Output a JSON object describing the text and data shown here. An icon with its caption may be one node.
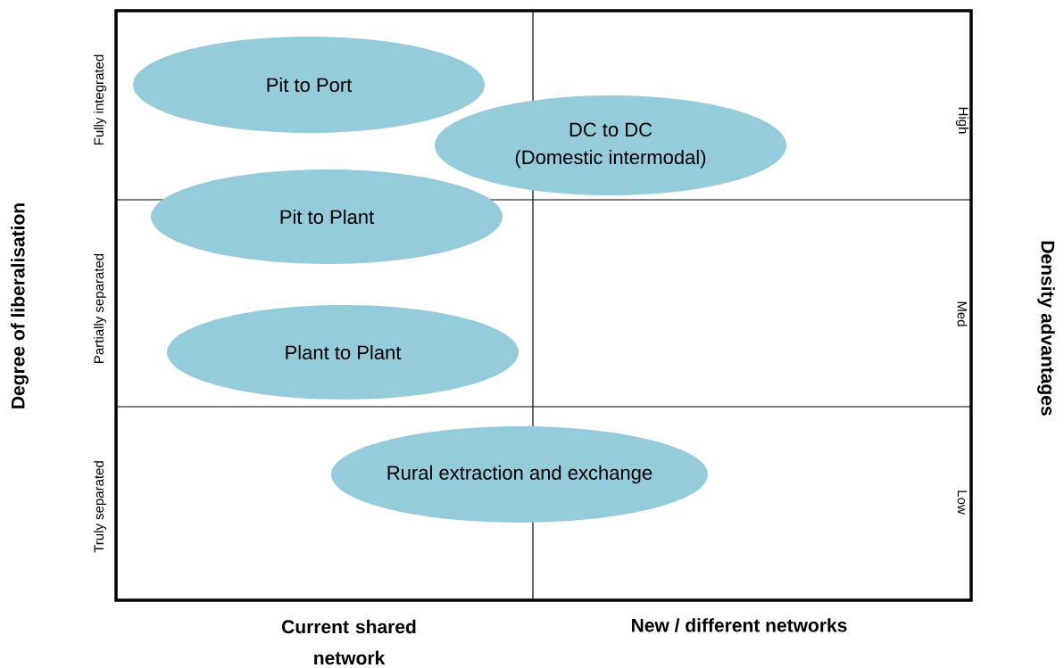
{
  "diagram": {
    "nodes": [
      {
        "text": [
          "Pit to Port"
        ]
      },
      {
        "text": [
          "DC to DC",
          "(Domestic intermodal)"
        ]
      },
      {
        "text": [
          "Pit to Plant"
        ]
      },
      {
        "text": [
          "Plant to Plant"
        ]
      },
      {
        "text": [
          "Rural extraction and exchange"
        ]
      }
    ],
    "labels": [
      "Degree of liberalisation",
      "Fully integrated",
      "Partially separated",
      "Truly separated",
      "High",
      "Med",
      "Low",
      "Density advantages",
      "Current shared network",
      "New / different networks"
    ]
  }
}
